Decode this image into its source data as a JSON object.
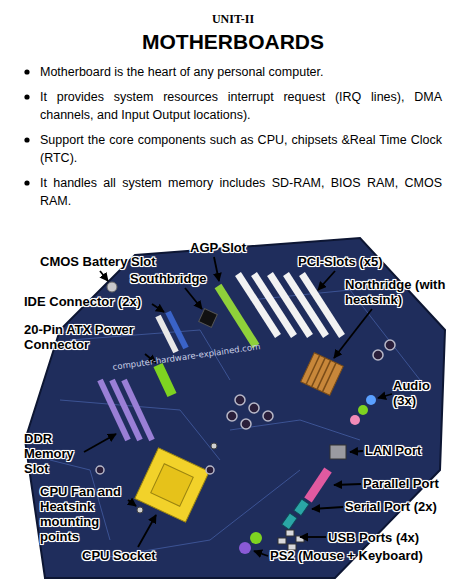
{
  "diagram": {
    "title": "MOTHERBOARDS",
    "labels": [
      "UNIT-II",
      "Motherboard is the heart of any personal computer.",
      "It provides system resources interrupt request (IRQ lines), DMA channels, and Input Output locations).",
      "Support the core components such as CPU, chipsets &Real Time Clock (RTC).",
      "It handles all system memory includes SD-RAM, BIOS RAM, CMOS RAM.",
      "CMOS Battery Slot",
      "AGP Slot",
      "Southbridge",
      "PCI-Slots (x5)",
      "Northridge (with heatsink)",
      "IDE Connector (2x)",
      "20-Pin ATX Power Connector",
      "Audio (3x)",
      "LAN Port",
      "DDR Memory Slot",
      "Parallel Port",
      "CPU Fan and Heatsink mounting points",
      "Serial Port (2x)",
      "USB Ports (4x)",
      "CPU Socket",
      "PS2 (Mouse + Keyboard)",
      "computer-hardware-explained.com"
    ]
  }
}
